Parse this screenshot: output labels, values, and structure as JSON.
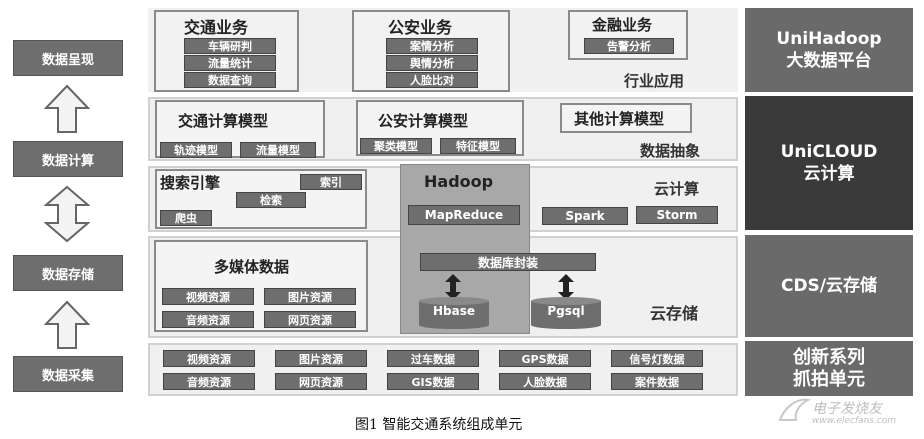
{
  "left": {
    "presentation": "数据呈现",
    "compute": "数据计算",
    "storage": "数据存储",
    "collection": "数据采集"
  },
  "app": {
    "traffic_title": "交通业务",
    "traffic_items": [
      "车辆研判",
      "流量统计",
      "数据查询"
    ],
    "police_title": "公安业务",
    "police_items": [
      "案情分析",
      "舆情分析",
      "人脸比对"
    ],
    "finance_title": "金融业务",
    "finance_items": [
      "告警分析"
    ],
    "layer_label": "行业应用"
  },
  "model": {
    "traffic_title": "交通计算模型",
    "traffic_items": [
      "轨迹模型",
      "流量模型"
    ],
    "police_title": "公安计算模型",
    "police_items": [
      "聚类模型",
      "特征模型"
    ],
    "other_title": "其他计算模型",
    "layer_label": "数据抽象"
  },
  "cloud": {
    "search_title": "搜索引擎",
    "search_items": [
      "索引",
      "检索",
      "爬虫"
    ],
    "hadoop_title": "Hadoop",
    "mapreduce": "MapReduce",
    "spark": "Spark",
    "storm": "Storm",
    "layer_label": "云计算"
  },
  "storage": {
    "media_title": "多媒体数据",
    "media_items": [
      "视频资源",
      "图片资源",
      "音频资源",
      "网页资源"
    ],
    "db_wrap": "数据库封装",
    "hbase": "Hbase",
    "pgsql": "Pgsql",
    "layer_label": "云存储"
  },
  "collect": {
    "items": [
      "视频资源",
      "图片资源",
      "过车数据",
      "GPS数据",
      "信号灯数据",
      "音频资源",
      "网页资源",
      "GIS数据",
      "人脸数据",
      "案件数据"
    ]
  },
  "right": {
    "hadoop_l1": "UniHadoop",
    "hadoop_l2": "大数据平台",
    "cloud_l1": "UniCLOUD",
    "cloud_l2": "云计算",
    "cds": "CDS/云存储",
    "capture_l1": "创新系列",
    "capture_l2": "抓拍单元"
  },
  "caption": "图1   智能交通系统组成单元",
  "watermark_l1": "电子发烧友",
  "watermark_l2": "www.elecfans.com",
  "colors": {
    "dark_gray": "#6e6e6e",
    "hadoop_col": "#a8a8a8",
    "band": "#f0f0f0"
  }
}
